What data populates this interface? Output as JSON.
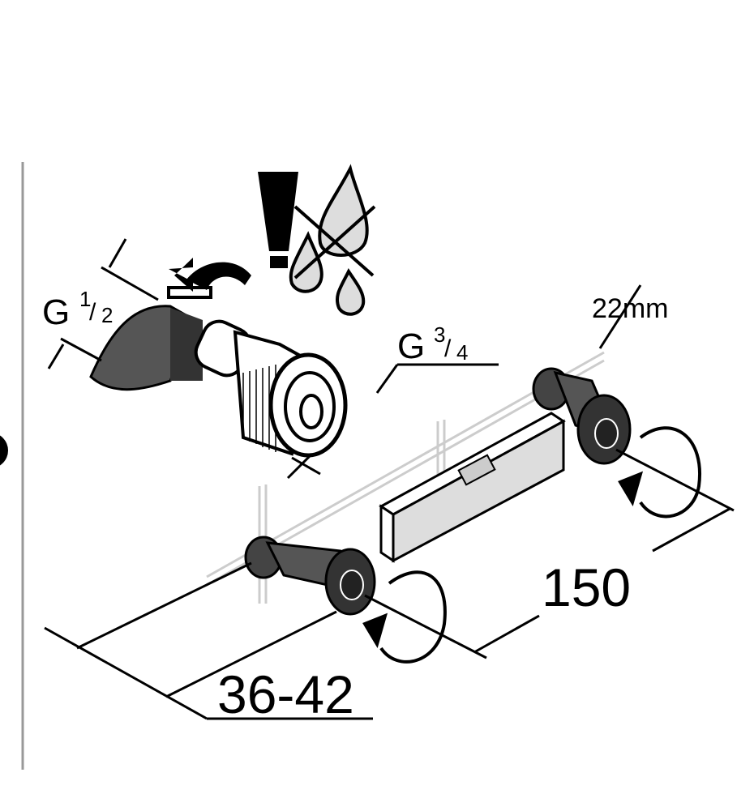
{
  "labels": {
    "thread_small": {
      "letter": "G",
      "num": "1",
      "den": "2"
    },
    "thread_large": {
      "letter": "G",
      "num": "3",
      "den": "4"
    },
    "wrench_size": "22mm",
    "center_distance": "150",
    "wall_offset": "36-42"
  },
  "colors": {
    "line": "#000000",
    "fill_gray": "#d9d9d9",
    "dark_gray": "#555555",
    "divider": "#999999"
  }
}
